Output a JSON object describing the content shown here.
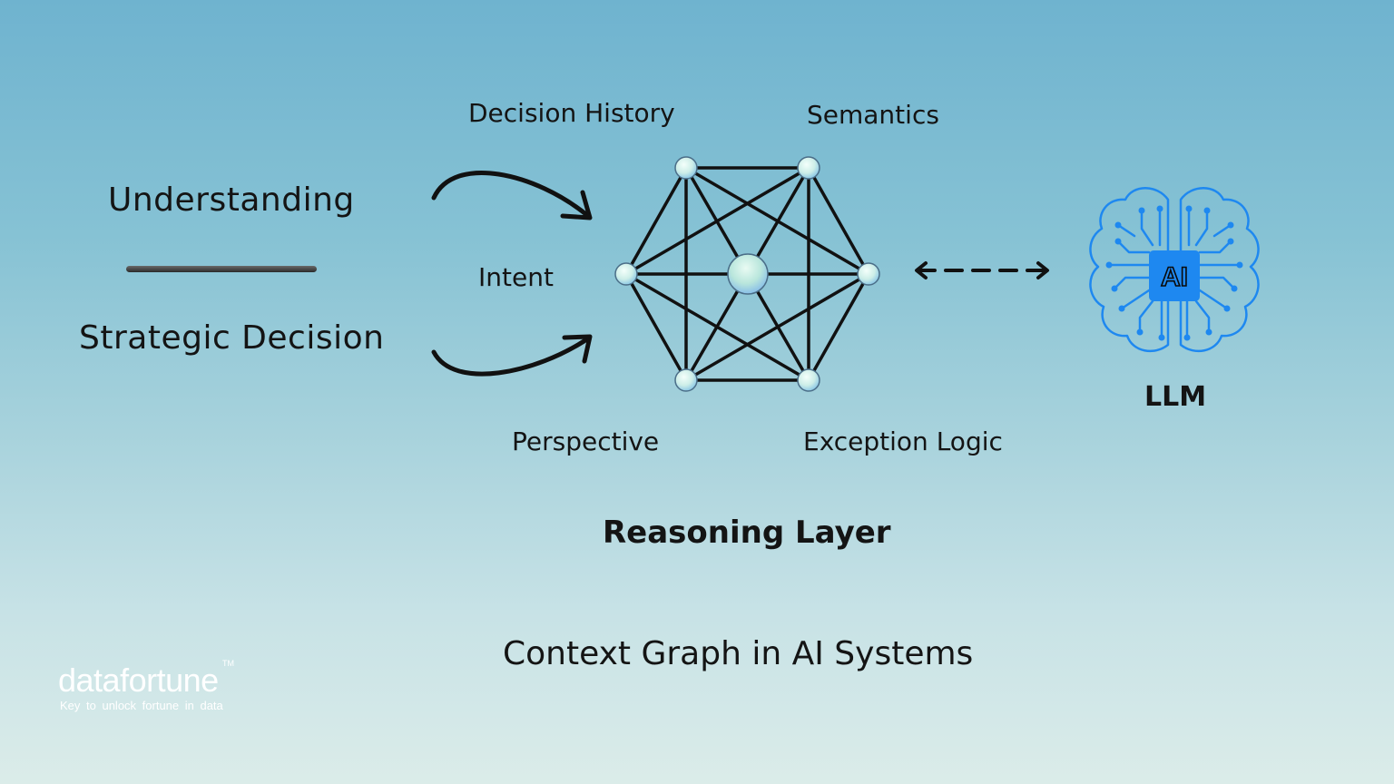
{
  "left": {
    "top_label": "Understanding",
    "bottom_label": "Strategic Decision"
  },
  "graph": {
    "labels": {
      "top_left": "Decision History",
      "top_right": "Semantics",
      "left": "Intent",
      "bottom_left": "Perspective",
      "bottom_right": "Exception Logic"
    },
    "title": "Reasoning Layer"
  },
  "llm": {
    "badge": "AI",
    "label": "LLM"
  },
  "caption": "Context Graph in AI Systems",
  "brand": {
    "name": "datafortune",
    "trademark": "TM",
    "tagline": "Key to unlock fortune in data"
  },
  "colors": {
    "brain_stroke": "#1e88f0",
    "badge_fill": "#1e88f0",
    "node_fill": "#dff3ee",
    "text": "#141414",
    "logo": "#ffffff"
  }
}
